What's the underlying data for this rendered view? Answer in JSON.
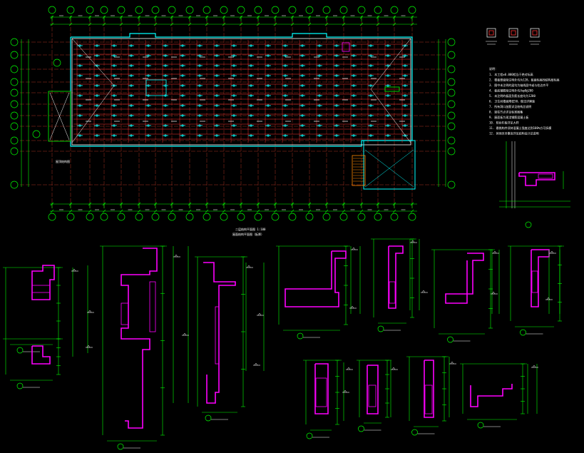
{
  "drawing": {
    "plan_caption": "二层结构平面图 1:100",
    "plan_subcaption": "屋面结构平面图（板厚）",
    "left_label": "屋顶结构图",
    "notes_title": "说明：",
    "notes": [
      "1. 本工程±0.000相当于绝对标高",
      "2. 楼板厚度除注明外均为120，板面标高同结构层标高",
      "3. 图中未注明的梁均为轴线居中或与柱边齐平",
      "4. 板底钢筋除注明外均为φ8@200",
      "5. 未注明的板面负筋长度均为1200",
      "6. 卫生间楼面降低50，做法详建施",
      "7. 所有洞口加筋详见结构总说明",
      "8. 梁柱节点详见标准图集",
      "9. 屋面板为现浇钢筋混凝土板",
      "10. 阳台栏板详见大样",
      "11. 悬挑构件须待混凝土强度达到100%方可拆模",
      "12. 其他未尽事宜详见结构设计总说明"
    ],
    "colors": {
      "axis": "#00ff00",
      "beam": "#ff3333",
      "rebar": "#00ffff",
      "section": "#ff00ff",
      "text": "#ffffff"
    }
  },
  "sections": [
    {
      "id": "1-1"
    },
    {
      "id": "2-2"
    },
    {
      "id": "3-3"
    },
    {
      "id": "4-4"
    },
    {
      "id": "5-5"
    },
    {
      "id": "6-6"
    },
    {
      "id": "7-7"
    },
    {
      "id": "8-8"
    },
    {
      "id": "9-9"
    },
    {
      "id": "10-10"
    },
    {
      "id": "11-11"
    },
    {
      "id": "12-12"
    },
    {
      "id": "13-13"
    }
  ]
}
